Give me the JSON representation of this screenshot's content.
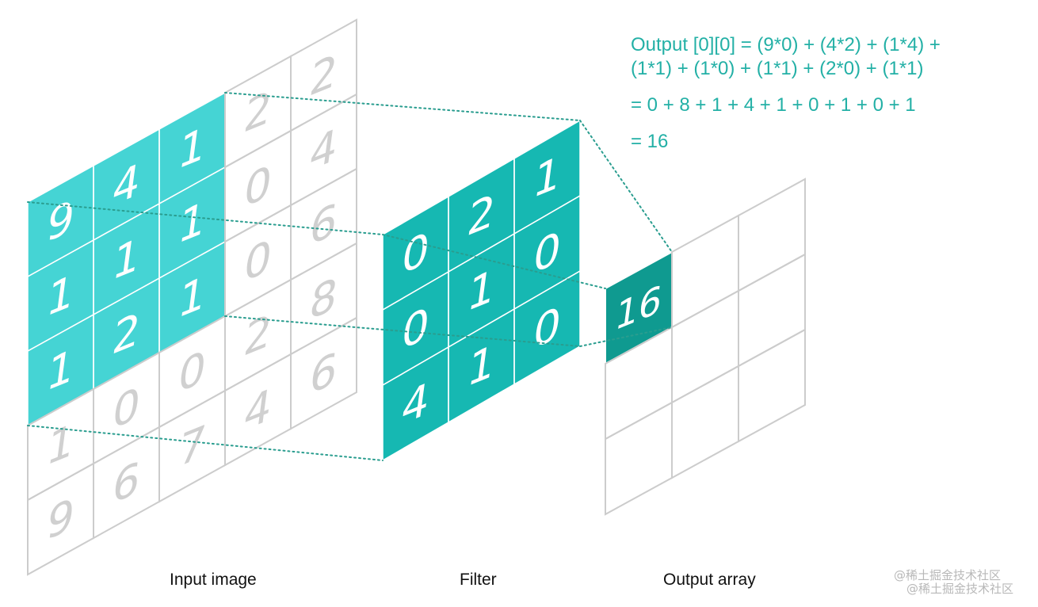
{
  "input_image": {
    "caption": "Input image",
    "grid": [
      [
        9,
        4,
        1,
        2,
        2
      ],
      [
        1,
        1,
        1,
        0,
        4
      ],
      [
        1,
        2,
        1,
        0,
        6
      ],
      [
        1,
        0,
        0,
        2,
        8
      ],
      [
        9,
        6,
        7,
        4,
        6
      ]
    ],
    "highlight_size": 3
  },
  "filter": {
    "caption": "Filter",
    "grid": [
      [
        0,
        2,
        1
      ],
      [
        0,
        1,
        0
      ],
      [
        4,
        1,
        0
      ]
    ]
  },
  "output": {
    "caption": "Output array",
    "value": "16"
  },
  "formula": {
    "line1": "Output [0][0] = (9*0) + (4*2) + (1*4) +",
    "line2": "(1*1) + (1*0) + (1*1) + (2*0) + (1*1)",
    "line3": "= 0 + 8 + 1 + 4 + 1 + 0 + 1 + 0 + 1",
    "line4": "= 16"
  },
  "watermark": {
    "line1": "@稀土掘金技术社区",
    "line2": "@稀土掘金技术社区"
  },
  "colors": {
    "input_highlight": "#45d4d4",
    "filter_fill": "#16b8b2",
    "output_fill": "#0f9a90",
    "grid_line": "#cccccc",
    "formula_text": "#23b0a6",
    "dotted_line": "#2a9d8f"
  }
}
